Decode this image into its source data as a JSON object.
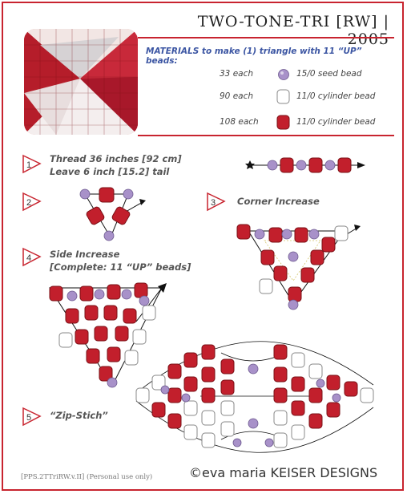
{
  "header": {
    "title": "TWO-TONE-TRI [RW] | 2005"
  },
  "materials": {
    "heading": "MATERIALS to make (1) triangle with 11 “UP” beads:",
    "items": [
      {
        "count": "33 each",
        "description": "15/0 seed bead",
        "icon": "purple-seed-bead-icon"
      },
      {
        "count": "90 each",
        "description": "11/0 cylinder bead",
        "icon": "white-cylinder-bead-icon"
      },
      {
        "count": "108 each",
        "description": "11/0 cylinder bead",
        "icon": "red-cylinder-bead-icon"
      }
    ]
  },
  "steps": [
    {
      "number": "1",
      "lines": [
        "Thread 36 inches [92 cm]",
        "Leave 6 inch [15.2] tail"
      ]
    },
    {
      "number": "2",
      "lines": []
    },
    {
      "number": "3",
      "lines": [
        "Corner Increase"
      ]
    },
    {
      "number": "4",
      "lines": [
        "Side Increase",
        "[Complete:  11 “UP” beads]"
      ]
    },
    {
      "number": "5",
      "lines": [
        "“Zip-Stich”"
      ]
    }
  ],
  "footer": {
    "code": "[PPS.2TTriRW.v.II]  (Personal use only)",
    "brand": "©eva maria KEISER DESIGNS"
  },
  "colors": {
    "accent": "#c8242f",
    "heading_blue": "#3c56a3",
    "red_bead": "#c21f2c",
    "white_bead": "#ffffff",
    "purple_bead": "#a891c9"
  }
}
